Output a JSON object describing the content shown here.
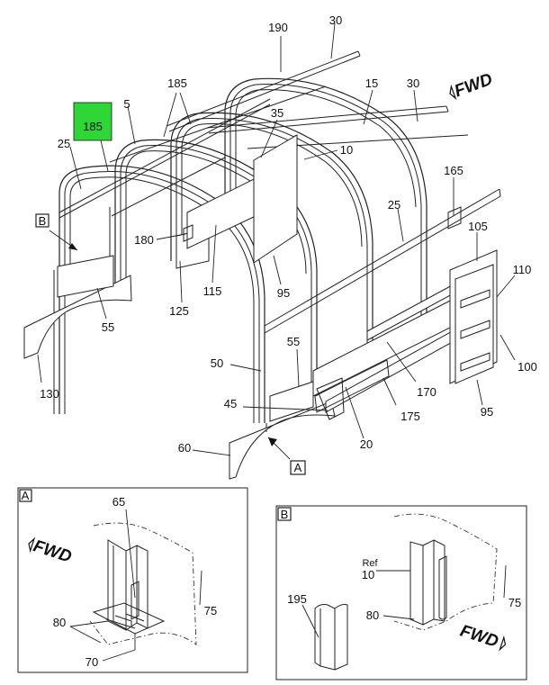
{
  "highlight": {
    "label": "185",
    "color": "#2ed636"
  },
  "callouts": [
    {
      "id": "190",
      "text": "190"
    },
    {
      "id": "30a",
      "text": "30"
    },
    {
      "id": "185a",
      "text": "185"
    },
    {
      "id": "5",
      "text": "5"
    },
    {
      "id": "15",
      "text": "15"
    },
    {
      "id": "30b",
      "text": "30"
    },
    {
      "id": "25a",
      "text": "25"
    },
    {
      "id": "35",
      "text": "35"
    },
    {
      "id": "10",
      "text": "10"
    },
    {
      "id": "165",
      "text": "165"
    },
    {
      "id": "25b",
      "text": "25"
    },
    {
      "id": "180",
      "text": "180"
    },
    {
      "id": "105",
      "text": "105"
    },
    {
      "id": "110",
      "text": "110"
    },
    {
      "id": "125",
      "text": "125"
    },
    {
      "id": "115",
      "text": "115"
    },
    {
      "id": "95a",
      "text": "95"
    },
    {
      "id": "55a",
      "text": "55"
    },
    {
      "id": "55b",
      "text": "55"
    },
    {
      "id": "100",
      "text": "100"
    },
    {
      "id": "50",
      "text": "50"
    },
    {
      "id": "130",
      "text": "130"
    },
    {
      "id": "170",
      "text": "170"
    },
    {
      "id": "45",
      "text": "45"
    },
    {
      "id": "175",
      "text": "175"
    },
    {
      "id": "95b",
      "text": "95"
    },
    {
      "id": "20",
      "text": "20"
    },
    {
      "id": "60",
      "text": "60"
    }
  ],
  "view_refs": {
    "a": "A",
    "b": "B"
  },
  "fwd_text": "FWD",
  "detail_a": {
    "title": "A",
    "labels": [
      {
        "id": "65",
        "text": "65"
      },
      {
        "id": "75",
        "text": "75"
      },
      {
        "id": "80",
        "text": "80"
      },
      {
        "id": "70",
        "text": "70"
      }
    ]
  },
  "detail_b": {
    "title": "B",
    "ref_text": "Ref",
    "labels": [
      {
        "id": "10",
        "text": "10"
      },
      {
        "id": "195",
        "text": "195"
      },
      {
        "id": "80",
        "text": "80"
      },
      {
        "id": "75",
        "text": "75"
      }
    ]
  },
  "icons": [
    "fwd-arrow-icon",
    "view-arrow-icon"
  ]
}
